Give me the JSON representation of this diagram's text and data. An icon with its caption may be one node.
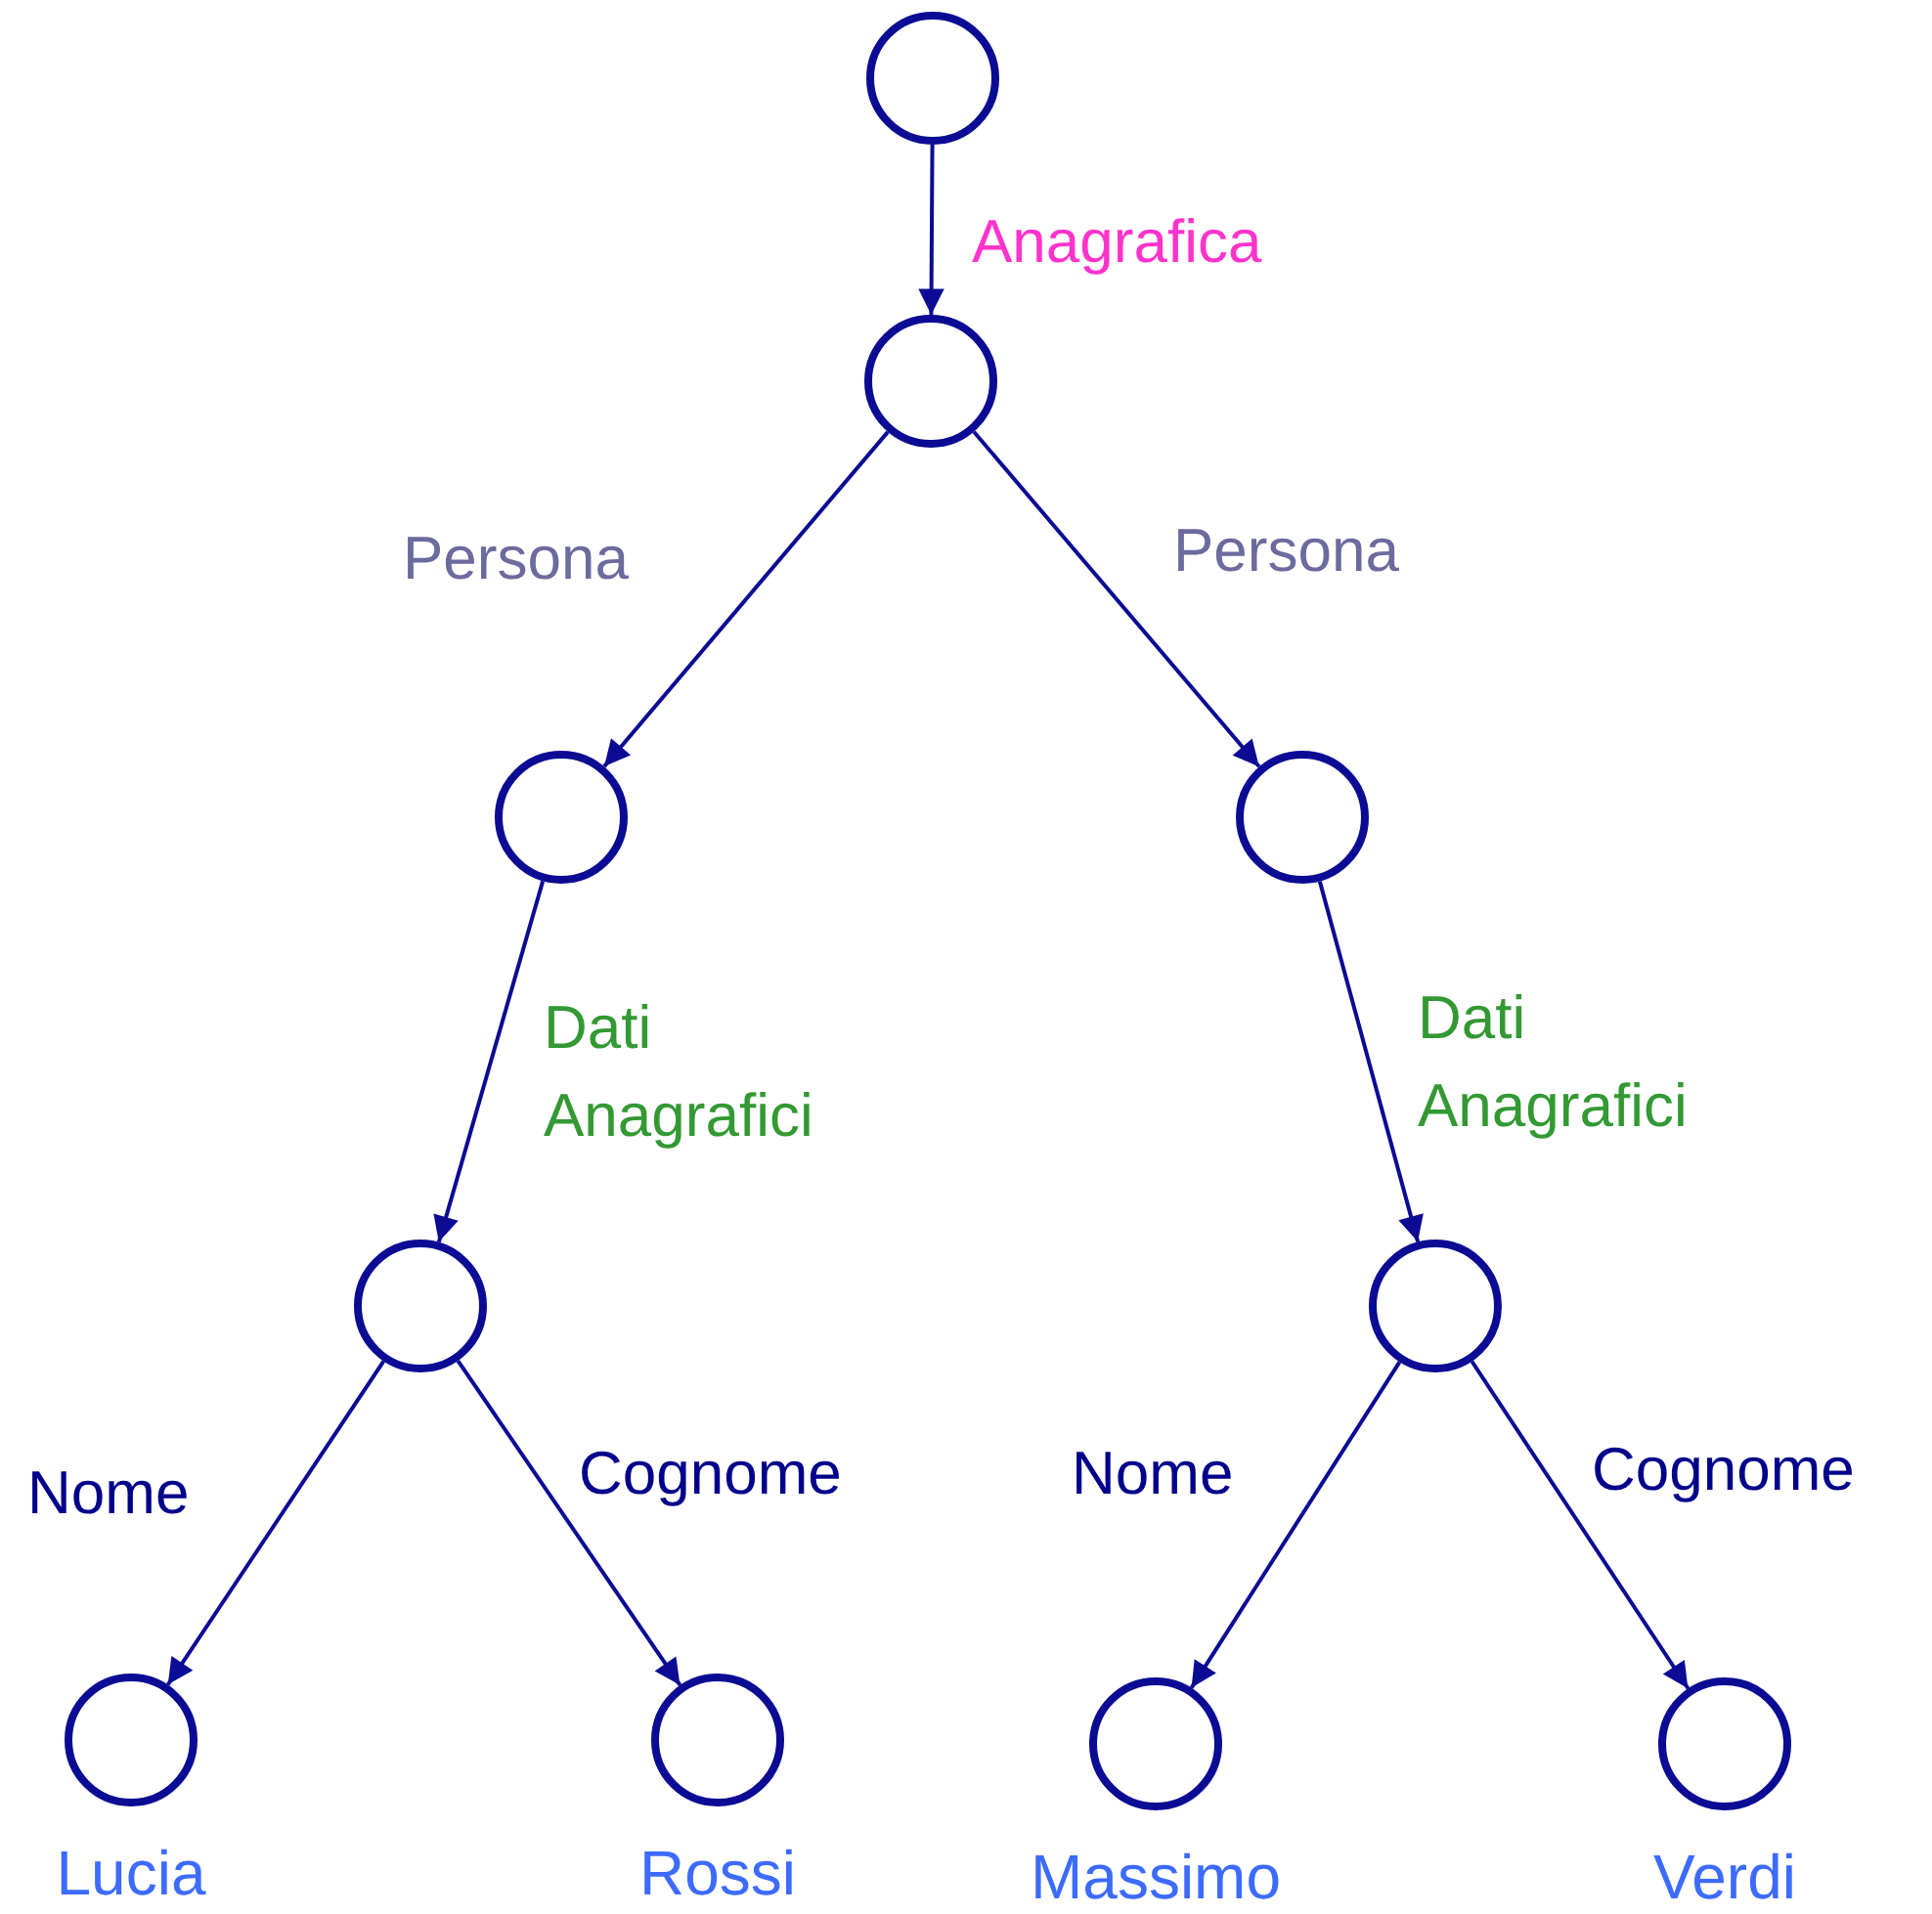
{
  "diagram": {
    "nodes": [
      {
        "text": [],
        "shape": "circle"
      },
      {
        "text": [],
        "shape": "circle"
      },
      {
        "text": [],
        "shape": "circle"
      },
      {
        "text": [],
        "shape": "circle"
      },
      {
        "text": [],
        "shape": "circle"
      },
      {
        "text": [],
        "shape": "circle"
      },
      {
        "text": [],
        "shape": "circle",
        "beside": [
          "Lucia"
        ]
      },
      {
        "text": [],
        "shape": "circle",
        "beside": [
          "Rossi"
        ]
      },
      {
        "text": [],
        "shape": "circle",
        "beside": [
          "Massimo"
        ]
      },
      {
        "text": [],
        "shape": "circle",
        "beside": [
          "Verdi"
        ]
      }
    ],
    "edges": [
      {
        "from": 0,
        "to": 1,
        "arrow": "to",
        "label": "Anagrafica"
      },
      {
        "from": 1,
        "to": 2,
        "arrow": "to",
        "label": "Persona"
      },
      {
        "from": 1,
        "to": 3,
        "arrow": "to",
        "label": "Persona"
      },
      {
        "from": 2,
        "to": 4,
        "arrow": "to",
        "label": "Dati Anagrafici"
      },
      {
        "from": 3,
        "to": 5,
        "arrow": "to",
        "label": "Dati Anagrafici"
      },
      {
        "from": 4,
        "to": 6,
        "arrow": "to",
        "label": "Nome"
      },
      {
        "from": 4,
        "to": 7,
        "arrow": "to",
        "label": "Cognome"
      },
      {
        "from": 5,
        "to": 8,
        "arrow": "to",
        "label": "Nome"
      },
      {
        "from": 5,
        "to": 9,
        "arrow": "to",
        "label": "Cognome"
      }
    ]
  }
}
